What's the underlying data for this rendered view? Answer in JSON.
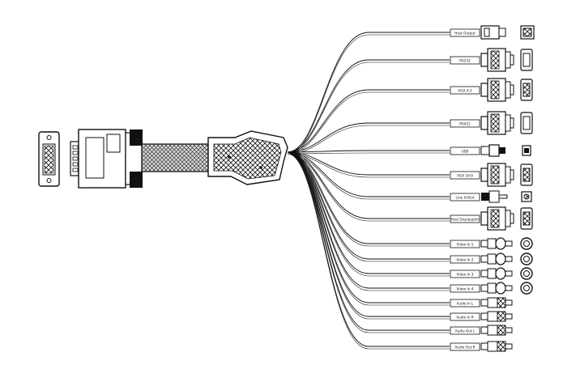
{
  "diagram": {
    "line_color": "#111111",
    "background": "#ffffff",
    "cable_labels": [
      "Host Output",
      "RS232",
      "VGA 4:3",
      "RS422",
      "USB",
      "VGA 16:9",
      "Line In/Out",
      "Host Displayport",
      "Video In 1",
      "Video In 2",
      "Video In 3",
      "Video In 4",
      "Audio In L",
      "Audio In R",
      "Audio Out L",
      "Audio Out R"
    ],
    "connectors": [
      "power-plug",
      "db9-serial",
      "db15-vga",
      "db9-serial",
      "usb",
      "db15-vga",
      "3.5mm-audio",
      "db15-vga",
      "bnc",
      "bnc",
      "bnc",
      "bnc",
      "rca",
      "rca",
      "rca",
      "rca"
    ],
    "end_views": [
      "power-socket-end",
      "db9-end",
      "db15-end",
      "db9-end",
      "usb-end",
      "db15-end",
      "jack-end",
      "db15-end",
      "bnc-end",
      "bnc-end",
      "bnc-end",
      "bnc-end",
      "none",
      "none",
      "none",
      "none"
    ]
  }
}
